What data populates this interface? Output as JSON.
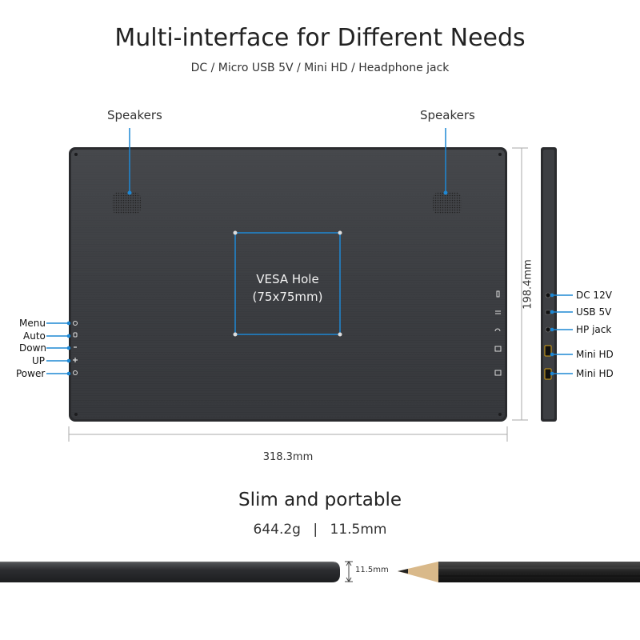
{
  "header": {
    "title": "Multi-interface for Different Needs",
    "subtitle": "DC / Micro USB 5V / Mini HD / Headphone jack"
  },
  "speakers": {
    "left_label": "Speakers",
    "right_label": "Speakers"
  },
  "vesa": {
    "line1": "VESA Hole",
    "line2": "(75x75mm)"
  },
  "buttons": [
    "Menu",
    "Auto",
    "Down",
    "UP",
    "Power"
  ],
  "ports": [
    "DC 12V",
    "USB 5V",
    "HP jack",
    "Mini HD",
    "Mini HD"
  ],
  "dimensions": {
    "width": "318.3mm",
    "height": "198.4mm",
    "thickness": "11.5mm"
  },
  "slim": {
    "title": "Slim and portable",
    "weight": "644.2g",
    "separator": "|",
    "thickness": "11.5mm"
  },
  "colors": {
    "accent": "#1e88d4",
    "panel": "#3a3c40",
    "panel_edge": "#2a2b2e",
    "pencil_body": "#2b2b2b",
    "pencil_wood": "#d9b98a"
  }
}
